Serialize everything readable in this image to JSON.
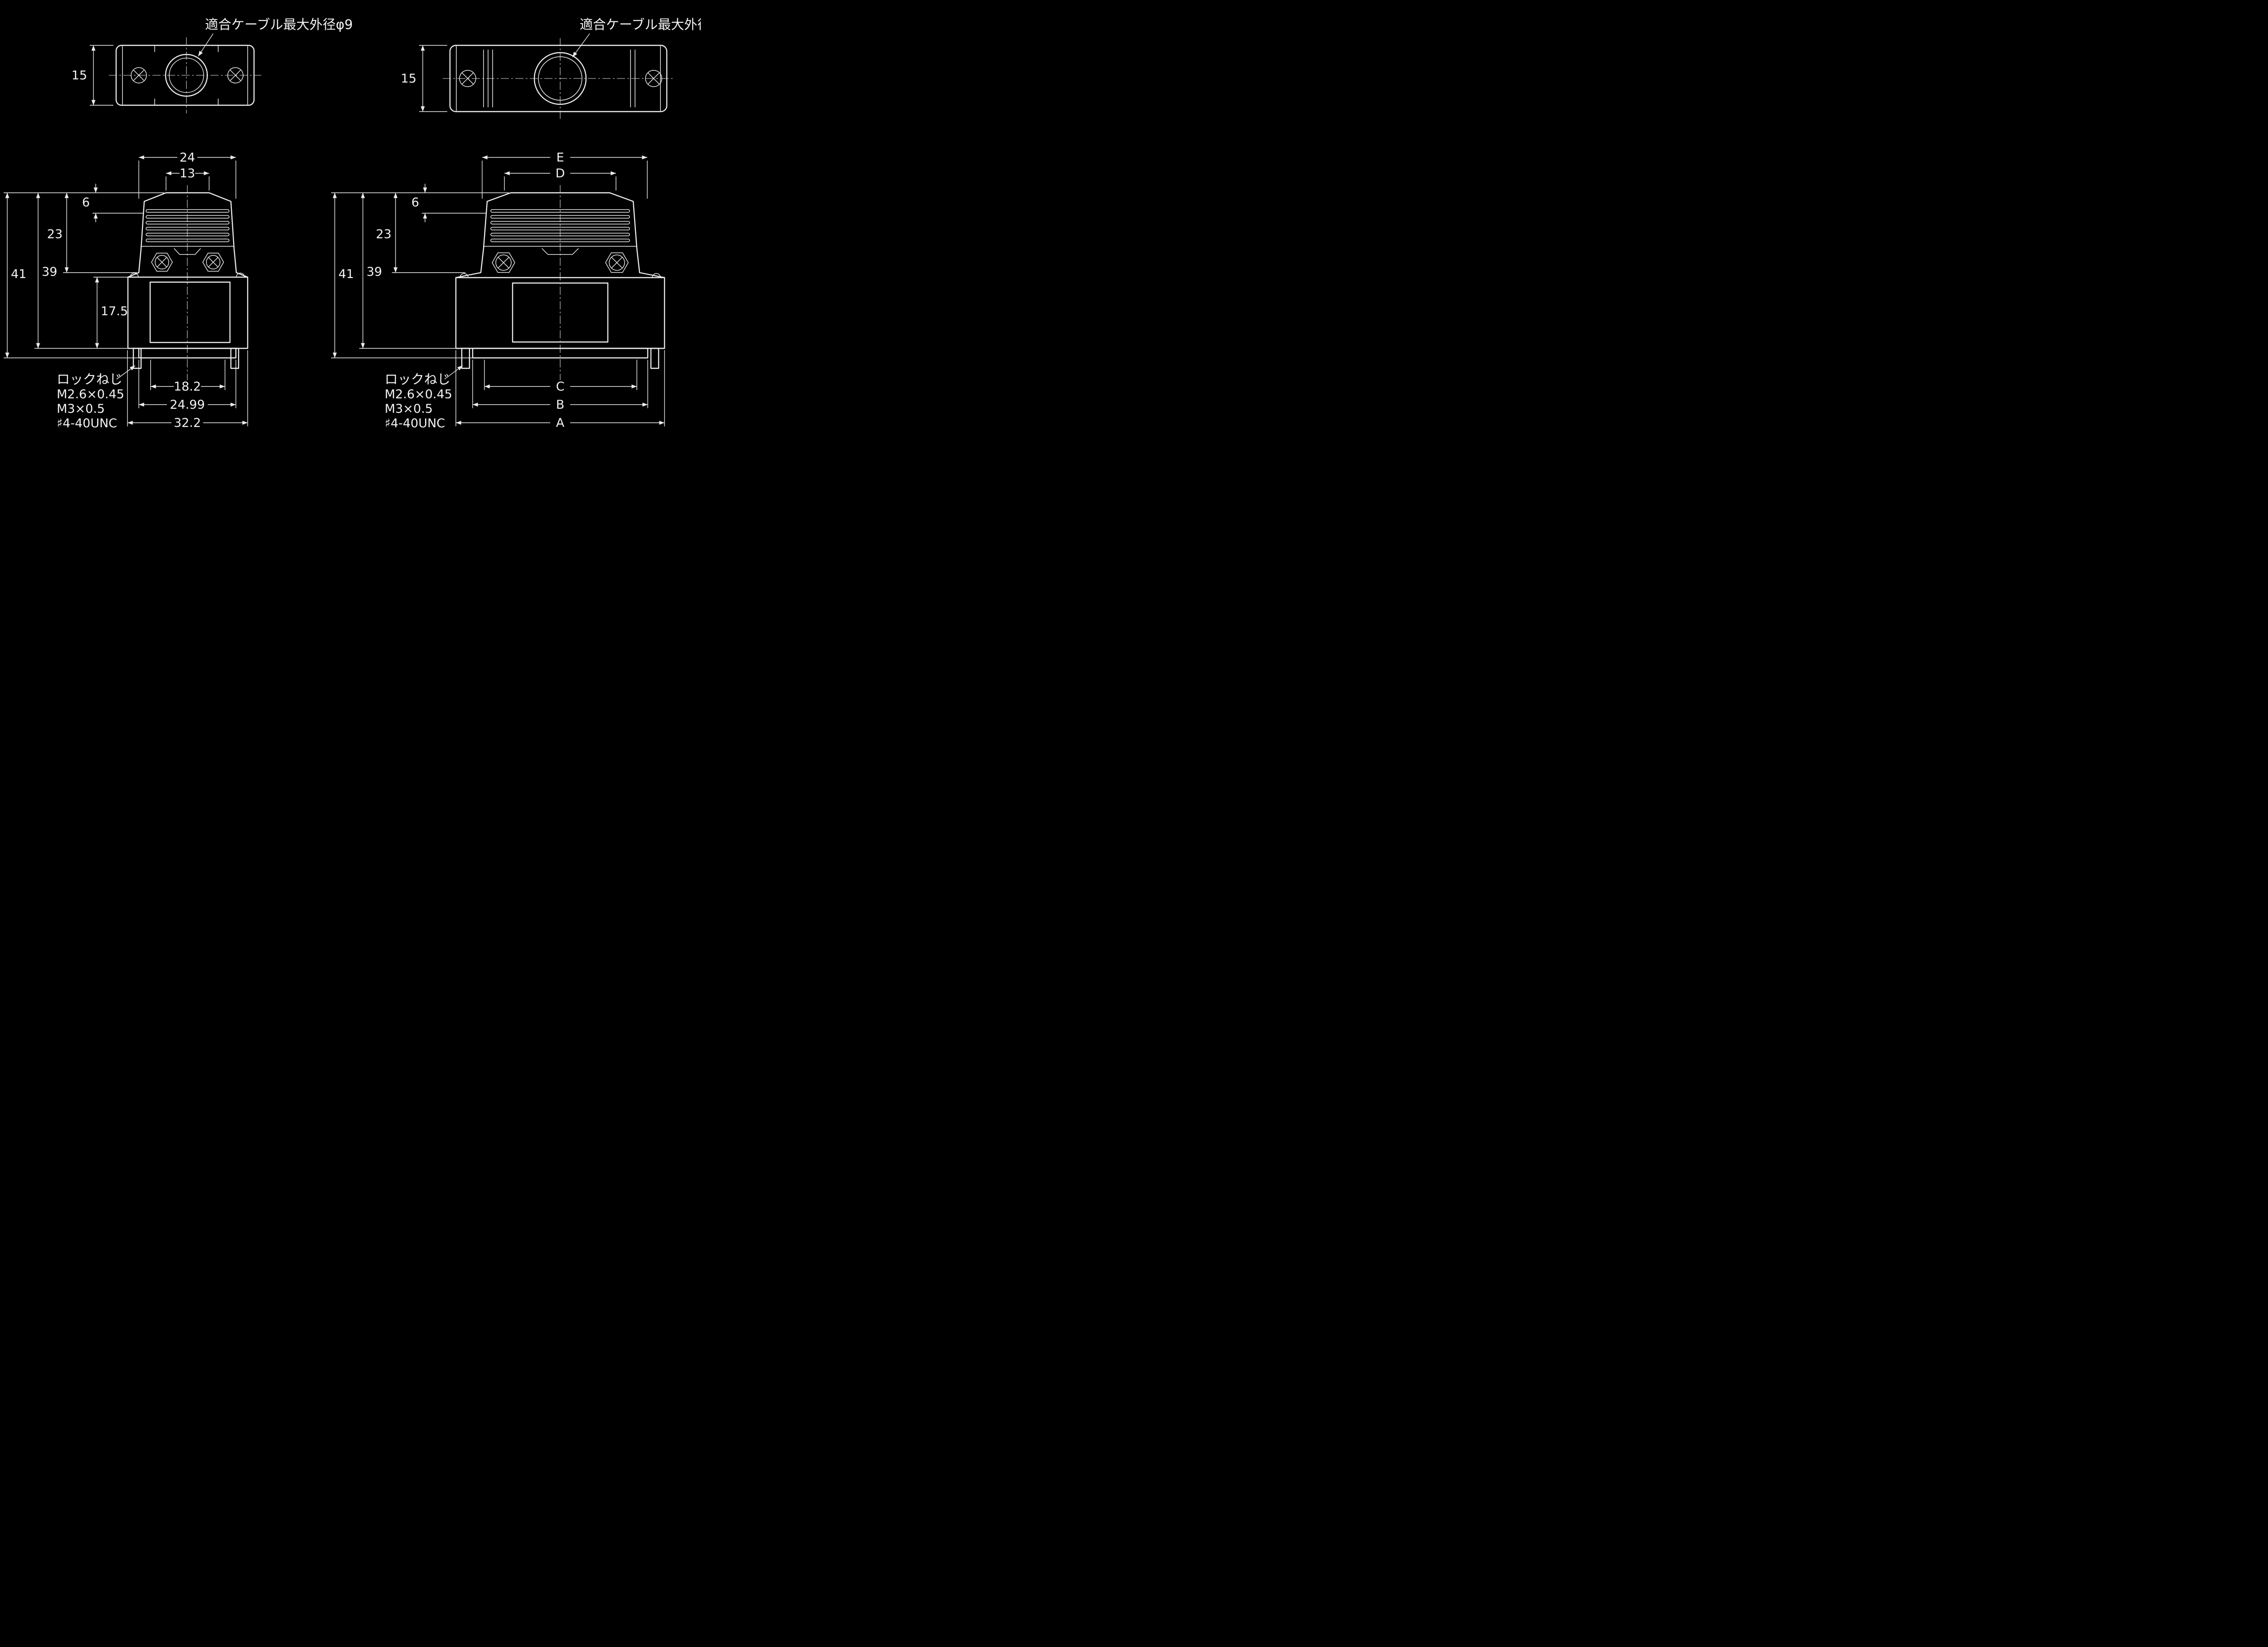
{
  "colors": {
    "background": "#000000",
    "line": "#ededed"
  },
  "left_drawing": {
    "cable_note": "適合ケーブル最大外径φ9",
    "top_view": {
      "height": "15"
    },
    "front_view": {
      "top_width": "24",
      "top_flat": "13",
      "vent_offset": "6",
      "upper_height": "23",
      "overall_height": "41",
      "body_height": "39",
      "lower_height": "17.5",
      "opening_width": "18.2",
      "flange_width": "24.99",
      "overall_width": "32.2"
    },
    "lock_note": {
      "title": "ロックねじ",
      "spec1": "M2.6×0.45",
      "spec2": "M3×0.5",
      "spec3": "♯4-40UNC"
    }
  },
  "right_drawing": {
    "cable_note": "適合ケーブル最大外径φF",
    "top_view": {
      "height": "15"
    },
    "front_view": {
      "top_width": "E",
      "top_flat": "D",
      "vent_offset": "6",
      "upper_height": "23",
      "overall_height": "41",
      "body_height": "39",
      "opening_width": "C",
      "flange_width": "B",
      "overall_width": "A"
    },
    "lock_note": {
      "title": "ロックねじ",
      "spec1": "M2.6×0.45",
      "spec2": "M3×0.5",
      "spec3": "♯4-40UNC"
    }
  }
}
